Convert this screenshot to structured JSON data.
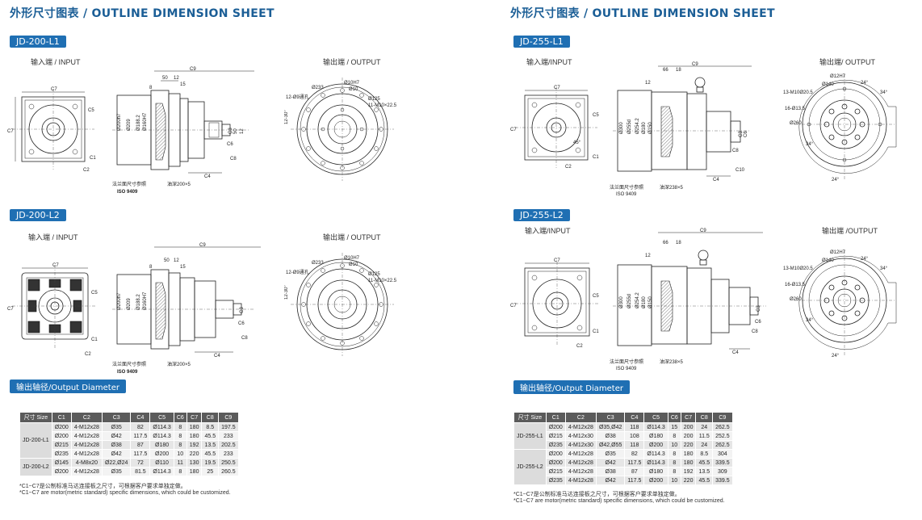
{
  "left": {
    "title": "外形尺寸图表 / OUTLINE DIMENSION SHEET",
    "badge_l1": "JD-200-L1",
    "badge_l2": "JD-200-L2",
    "input_label": "输入端 / INPUT",
    "output_label": "输出端 / OUTPUT",
    "diameter_badge": "输出轴径/Output Diameter",
    "headers": [
      "尺寸 Size",
      "C1",
      "C2",
      "C3",
      "C4",
      "C5",
      "C6",
      "C7",
      "C8",
      "C9"
    ],
    "groups": [
      {
        "model": "JD-200-L1",
        "rows": [
          [
            "Ø200",
            "4-M12x28",
            "Ø35",
            "82",
            "Ø114.3",
            "8",
            "180",
            "8.5",
            "197.5"
          ],
          [
            "Ø200",
            "4-M12x28",
            "Ø42",
            "117.5",
            "Ø114.3",
            "8",
            "180",
            "45.5",
            "233"
          ],
          [
            "Ø215",
            "4-M12x28",
            "Ø38",
            "87",
            "Ø180",
            "8",
            "192",
            "13.5",
            "202.5"
          ],
          [
            "Ø235",
            "4-M12x28",
            "Ø42",
            "117.5",
            "Ø200",
            "10",
            "220",
            "45.5",
            "233"
          ]
        ]
      },
      {
        "model": "JD-200-L2",
        "rows": [
          [
            "Ø145",
            "4-M8x20",
            "Ø22,Ø24",
            "72",
            "Ø110",
            "11",
            "130",
            "19.5",
            "250.5"
          ],
          [
            "Ø200",
            "4-M12x28",
            "Ø35",
            "81.5",
            "Ø114.3",
            "8",
            "180",
            "25",
            "260.5"
          ]
        ]
      }
    ],
    "note1": "*C1~C7是公制标准马达连接板之尺寸，可根据客户要求单独定做。",
    "note2": "*C1~C7 are motor(metric standard) specific dimensions, which could be customized."
  },
  "right": {
    "title": "外形尺寸图表 / OUTLINE DIMENSION SHEET",
    "badge_l1": "JD-255-L1",
    "badge_l2": "JD-255-L2",
    "input_label": "输入端/INPUT",
    "output_label": "输出端/ OUTPUT",
    "output_label2": "输出端 /OUTPUT",
    "diameter_badge": "输出轴径/Output Diameter",
    "headers": [
      "尺寸 Size",
      "C1",
      "C2",
      "C3",
      "C4",
      "C5",
      "C6",
      "C7",
      "C8",
      "C9"
    ],
    "groups": [
      {
        "model": "JD-255-L1",
        "rows": [
          [
            "Ø200",
            "4-M12x28",
            "Ø35,Ø42",
            "118",
            "Ø114.3",
            "15",
            "200",
            "24",
            "262.5"
          ],
          [
            "Ø215",
            "4-M12x30",
            "Ø38",
            "108",
            "Ø180",
            "8",
            "200",
            "11.5",
            "252.5"
          ],
          [
            "Ø235",
            "4-M12x30",
            "Ø42,Ø55",
            "118",
            "Ø200",
            "10",
            "220",
            "24",
            "262.5"
          ]
        ]
      },
      {
        "model": "JD-255-L2",
        "rows": [
          [
            "Ø200",
            "4-M12x28",
            "Ø35",
            "82",
            "Ø114.3",
            "8",
            "180",
            "8.5",
            "304"
          ],
          [
            "Ø200",
            "4-M12x28",
            "Ø42",
            "117.5",
            "Ø114.3",
            "8",
            "180",
            "45.5",
            "339.5"
          ],
          [
            "Ø215",
            "4-M12x28",
            "Ø38",
            "87",
            "Ø180",
            "8",
            "192",
            "13.5",
            "309"
          ],
          [
            "Ø235",
            "4-M12x28",
            "Ø42",
            "117.5",
            "Ø200",
            "10",
            "220",
            "45.5",
            "339.5"
          ]
        ]
      }
    ],
    "note1": "*C1~C7是公制标准马达连接板之尺寸，可根据客户要求单独定做。",
    "note2": "*C1~C7 are motor(metric standard) specific dimensions, which could be customized."
  },
  "dims": {
    "c1": "C1",
    "c2": "C2",
    "c3": "C3",
    "c4": "C4",
    "c5": "C5",
    "c6": "C6",
    "c7": "C7",
    "c8": "C8",
    "c9": "C9",
    "c10": "C10",
    "d50": "50",
    "d12": "12",
    "d15": "15",
    "d8": "8",
    "d66": "66",
    "d18": "18",
    "d200": "Ø200h7",
    "d209": "Ø209",
    "d188": "Ø188.2",
    "d160": "Ø160H7",
    "d60": "Ø160",
    "d233": "Ø233",
    "d10h7": "Ø10H7",
    "d10": "Ø10",
    "d125": "Ø125",
    "m10": "11-M10×22.5",
    "holes12": "12-Ø9通孔",
    "ang30": "12-30°",
    "d12h7": "Ø12H7",
    "d140": "Ø140",
    "m10b": "13-M10Ø20.5",
    "holes16": "16-Ø13.5",
    "d260": "Ø260",
    "a24": "24°",
    "a34": "34°",
    "a45": "45°",
    "flange_note": "法兰面尺寸参照",
    "iso": "ISO 9409",
    "oil200": "油深200×5",
    "oil238": "油深238×5",
    "d300": "Ø300",
    "d2554": "Ø255d",
    "d2542": "Ø254.2",
    "d180": "Ø180",
    "d150": "Ø150"
  },
  "colors": {
    "title": "#1b5e96",
    "badge": "#1f6fb3",
    "header": "#5b5b5b"
  }
}
